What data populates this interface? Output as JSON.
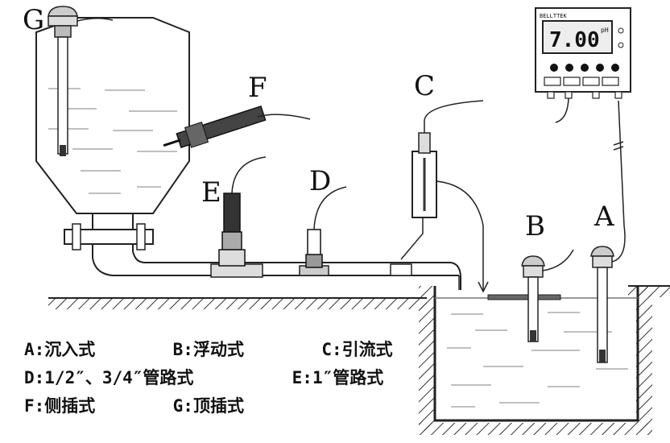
{
  "labels": {
    "G": "G",
    "F": "F",
    "C": "C",
    "E": "E",
    "D": "D",
    "B": "B",
    "A": "A"
  },
  "meter": {
    "brand": "BELLTTEK",
    "reading": "7.00",
    "unit": "pH"
  },
  "legend": {
    "row1": [
      "A:沉入式",
      "B:浮动式",
      "C:引流式"
    ],
    "row2": [
      "D:1/2″、3/4″管路式",
      "E:1″管路式"
    ],
    "row3": [
      "F:侧插式",
      "G:顶插式"
    ]
  }
}
